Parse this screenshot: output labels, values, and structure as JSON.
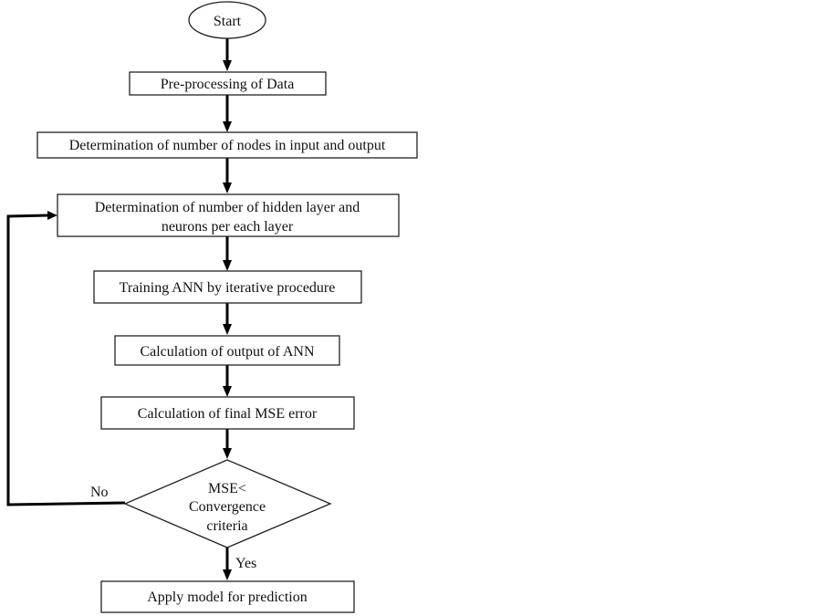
{
  "diagram": {
    "type": "flowchart",
    "nodes": {
      "start": {
        "shape": "ellipse",
        "lines": [
          "Start"
        ]
      },
      "preprocess": {
        "shape": "rect",
        "lines": [
          "Pre-processing of Data"
        ]
      },
      "io_nodes": {
        "shape": "rect",
        "lines": [
          "Determination of number of nodes in input and output"
        ]
      },
      "hidden": {
        "shape": "rect",
        "lines": [
          "Determination of number of hidden layer and",
          "neurons per each layer"
        ]
      },
      "training": {
        "shape": "rect",
        "lines": [
          "Training ANN by iterative procedure"
        ]
      },
      "output": {
        "shape": "rect",
        "lines": [
          "Calculation of output of ANN"
        ]
      },
      "mse": {
        "shape": "rect",
        "lines": [
          "Calculation of final MSE error"
        ]
      },
      "decision": {
        "shape": "diamond",
        "lines": [
          "MSE<",
          "Convergence",
          "criteria"
        ]
      },
      "apply": {
        "shape": "rect",
        "lines": [
          "Apply model for prediction"
        ]
      }
    },
    "edges": [
      {
        "from": "start",
        "to": "preprocess",
        "label": ""
      },
      {
        "from": "preprocess",
        "to": "io_nodes",
        "label": ""
      },
      {
        "from": "io_nodes",
        "to": "hidden",
        "label": ""
      },
      {
        "from": "hidden",
        "to": "training",
        "label": ""
      },
      {
        "from": "training",
        "to": "output",
        "label": ""
      },
      {
        "from": "output",
        "to": "mse",
        "label": ""
      },
      {
        "from": "mse",
        "to": "decision",
        "label": ""
      },
      {
        "from": "decision",
        "to": "hidden",
        "label": "No"
      },
      {
        "from": "decision",
        "to": "apply",
        "label": "Yes"
      }
    ],
    "edge_labels": {
      "no": "No",
      "yes": "Yes"
    }
  }
}
